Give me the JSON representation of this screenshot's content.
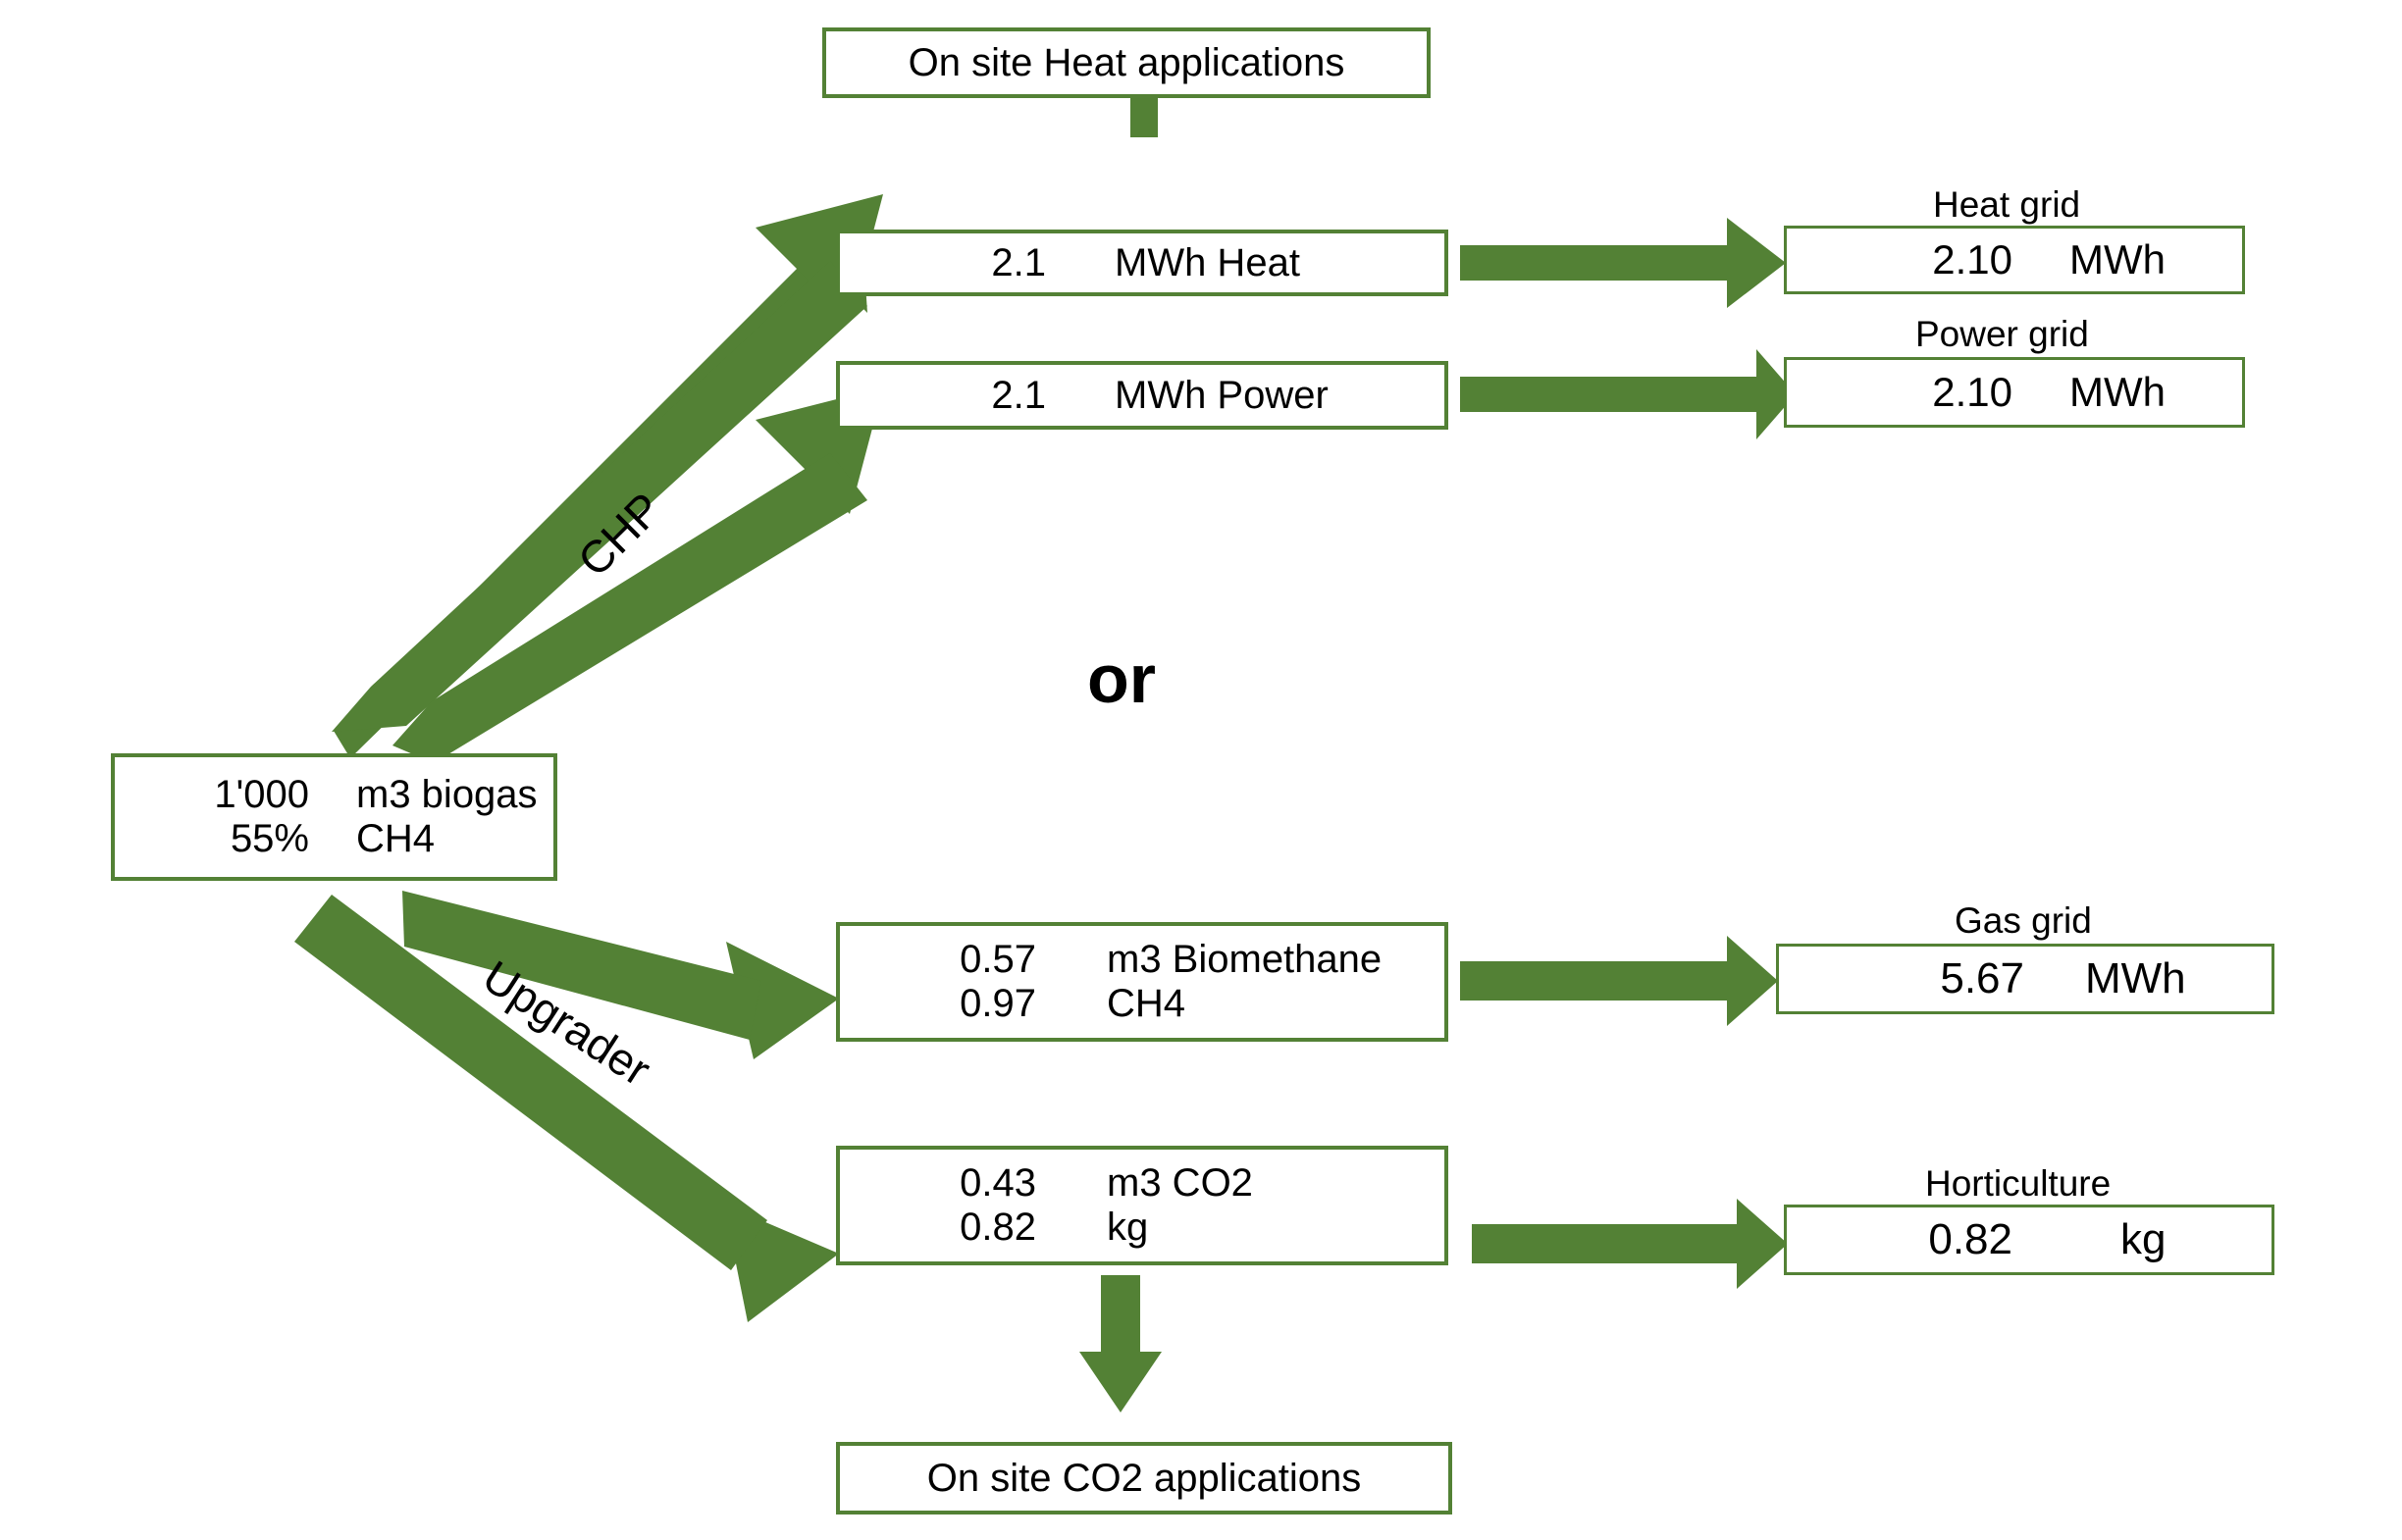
{
  "accent_green": "#538135",
  "text_color": "#000000",
  "background": "#ffffff",
  "source": {
    "name": "biogas-input",
    "rows": [
      {
        "value": "1'000",
        "unit": "m3 biogas"
      },
      {
        "value": "55%",
        "unit": "CH4"
      }
    ]
  },
  "connector_labels": {
    "chp": "CHP",
    "upgrader": "Upgrader"
  },
  "or_label": "or",
  "chp_branch": {
    "onsite_heat": "On site Heat applications",
    "heat": {
      "value": "2.1",
      "unit": "MWh Heat"
    },
    "power": {
      "value": "2.1",
      "unit": "MWh Power"
    },
    "heat_grid": {
      "caption": "Heat grid",
      "value": "2.10",
      "unit": "MWh"
    },
    "power_grid": {
      "caption": "Power grid",
      "value": "2.10",
      "unit": "MWh"
    }
  },
  "upgrader_branch": {
    "biomethane": {
      "rows": [
        {
          "value": "0.57",
          "unit": "m3 Biomethane"
        },
        {
          "value": "0.97",
          "unit": "CH4"
        }
      ]
    },
    "co2": {
      "rows": [
        {
          "value": "0.43",
          "unit": "m3 CO2"
        },
        {
          "value": "0.82",
          "unit": "kg"
        }
      ]
    },
    "gas_grid": {
      "caption": "Gas grid",
      "value": "5.67",
      "unit": "MWh"
    },
    "horticulture": {
      "caption": "Horticulture",
      "value": "0.82",
      "unit": "kg"
    },
    "onsite_co2": "On site CO2 applications"
  }
}
